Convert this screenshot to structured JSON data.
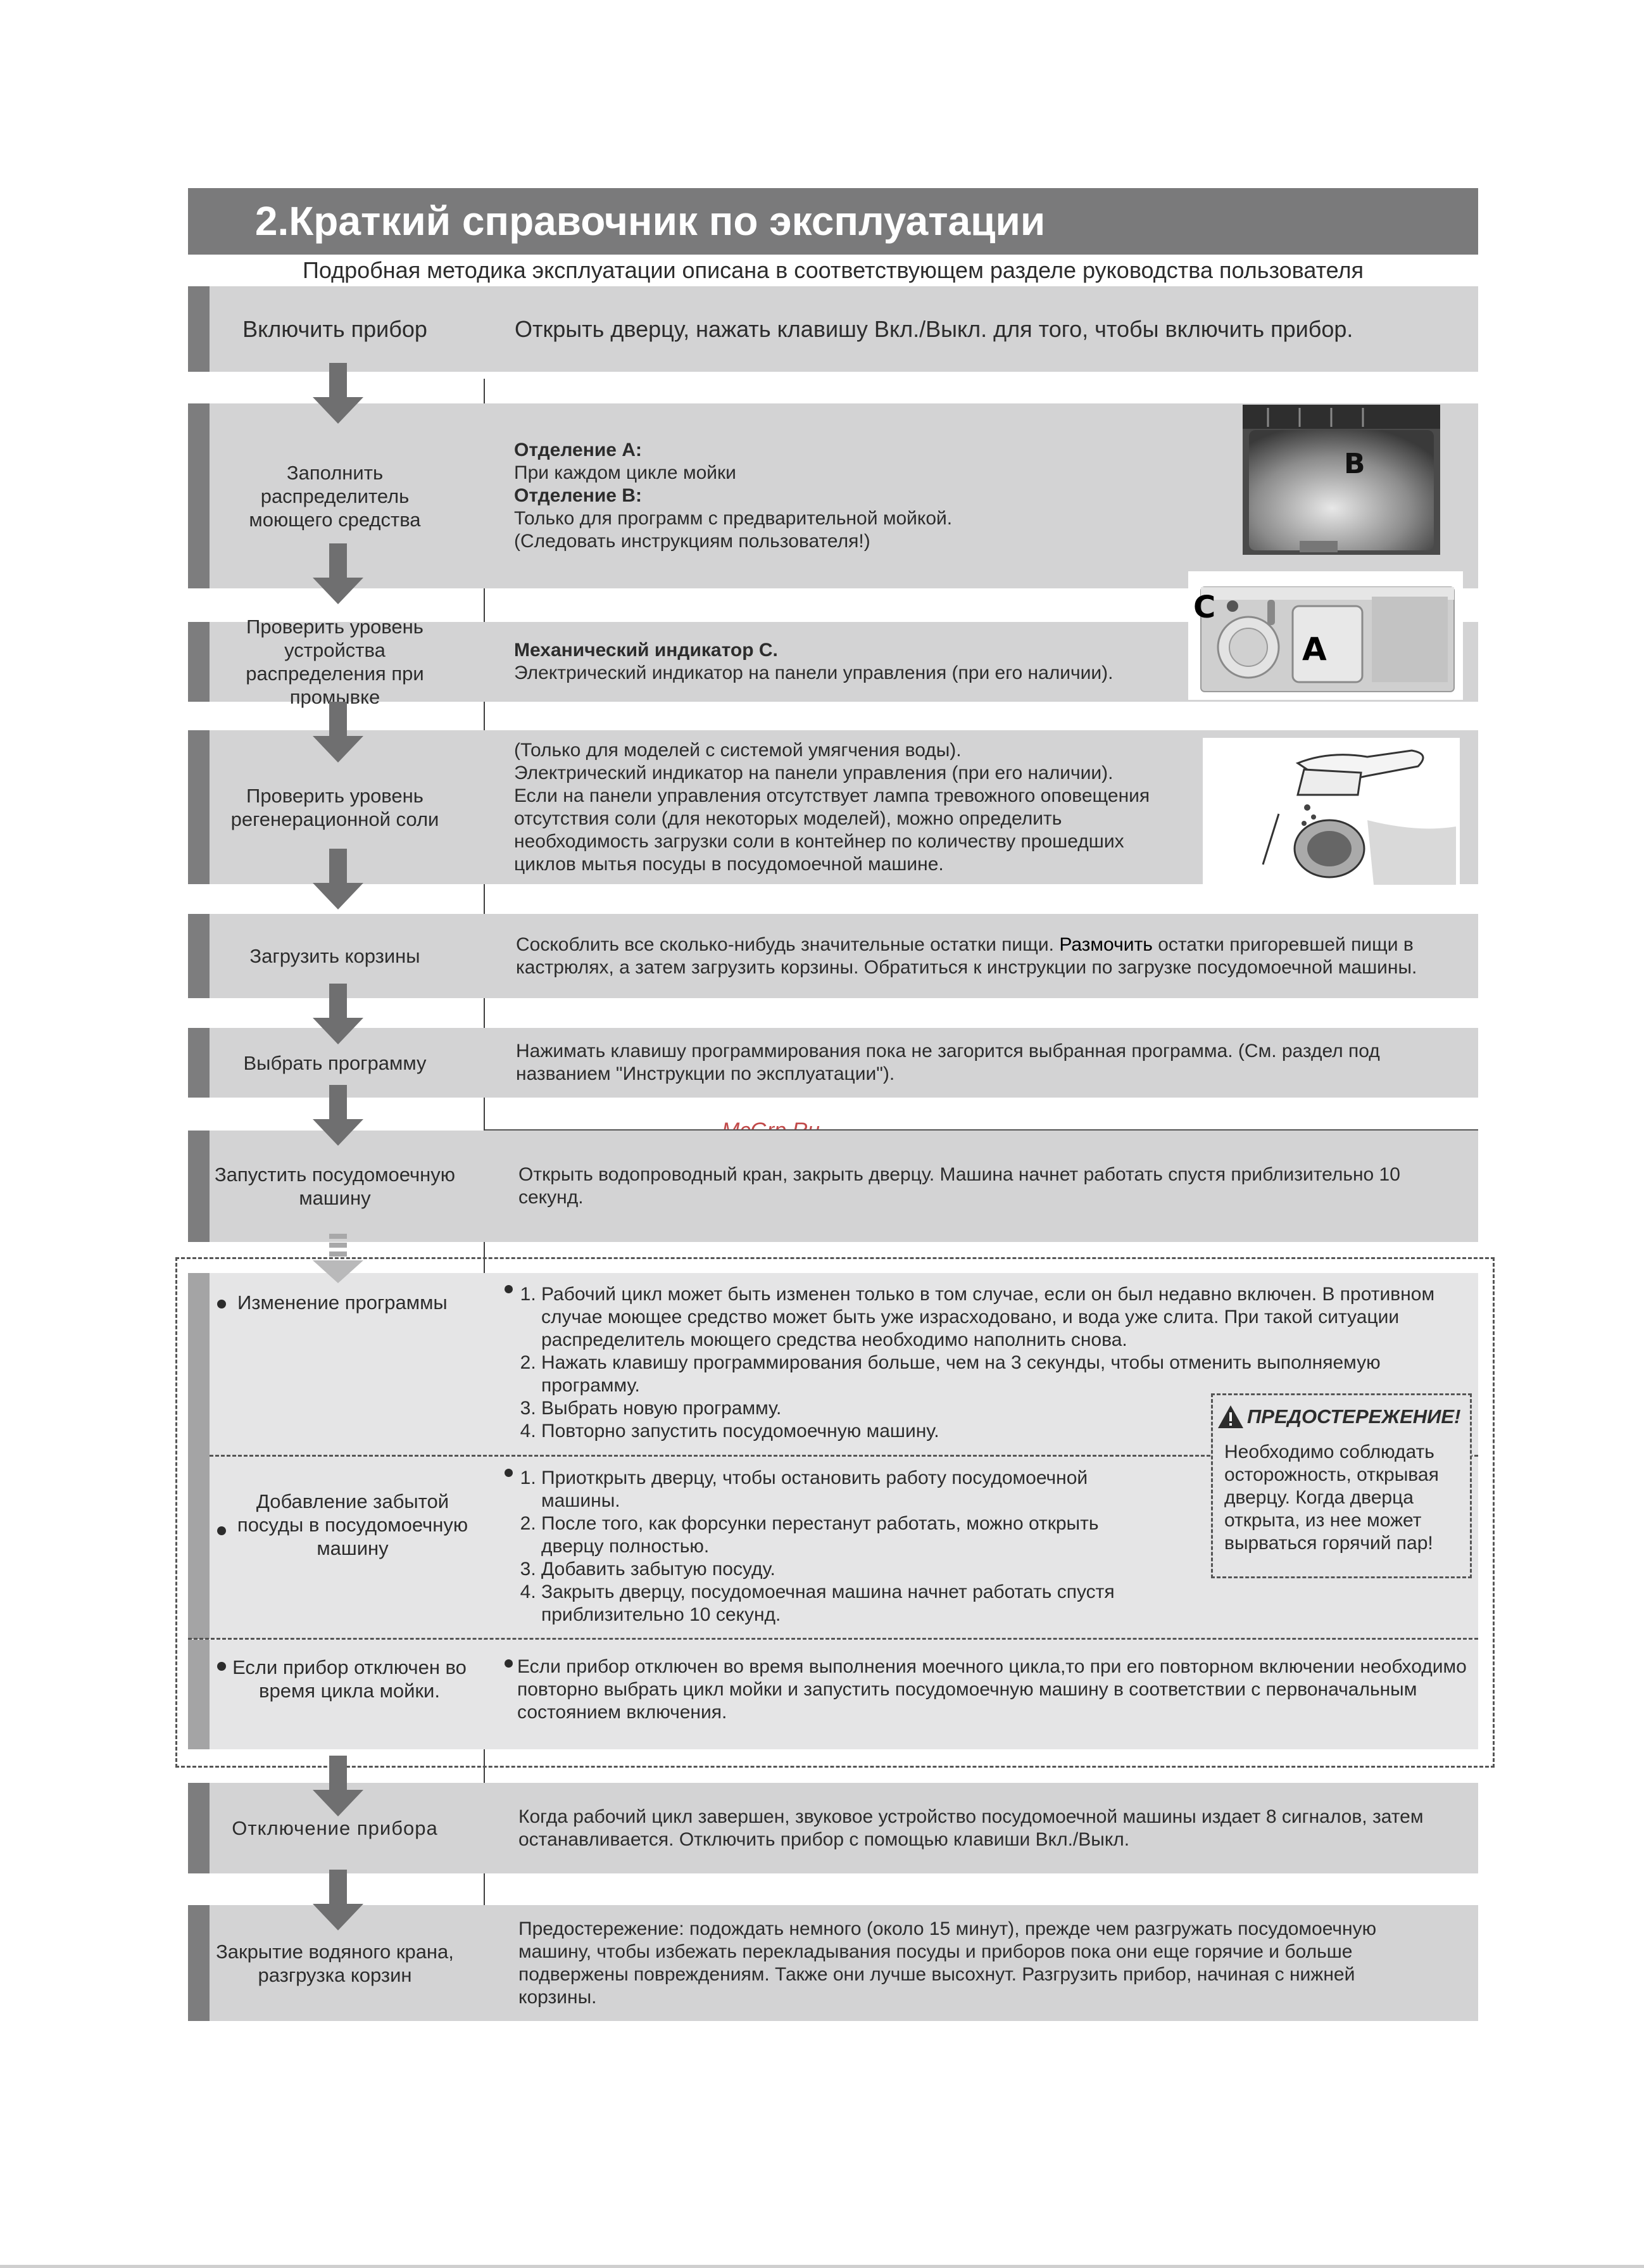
{
  "title": "2.Краткий справочник по эксплуатации",
  "subtitle": "Подробная методика эксплуатации описана в соответствующем разделе руководства пользователя",
  "steps": [
    {
      "label": "Включить прибор",
      "text": "Открыть дверцу, нажать клавишу Вкл./Выкл. для того, чтобы включить прибор."
    },
    {
      "label": "Заполнить распределитель моющего средства",
      "compA_title": "Отделение A:",
      "compA_text": "При каждом цикле мойки",
      "compB_title": "Отделение B:",
      "compB_text": "Только для программ с предварительной мойкой.",
      "note": "(Следовать инструкциям пользователя!)",
      "photo_label": "B"
    },
    {
      "label": "Проверить уровень устройства распределения при промывке",
      "line1": "Механический индикатор C.",
      "line2": "Электрический индикатор на панели управления (при его наличии).",
      "photo_label_c": "C",
      "photo_label_a": "A"
    },
    {
      "label": "Проверить уровень регенерационной соли",
      "lines": [
        "(Только для моделей с системой умягчения воды).",
        "Электрический индикатор на панели управления (при его наличии).",
        "Если на панели управления отсутствует лампа тревожного оповещения",
        "отсутствия соли (для некоторых моделей), можно определить",
        "необходимость загрузки соли в контейнер по количеству прошедших",
        "циклов мытья посуды в посудомоечной машине."
      ]
    },
    {
      "label": "Загрузить корзины",
      "text_a": "Соскоблить все сколько-нибудь значительные остатки пищи.",
      "text_b": "Размочить",
      "text_c": "остатки пригоревшей пищи в кастрюлях, а затем загрузить корзины. Обратиться к инструкции по загрузке посудомоечной машины."
    },
    {
      "label": "Выбрать программу",
      "text": "Нажимать клавишу программирования пока не загорится выбранная программа. (См. раздел под названием \"Инструкции по эксплуатации\")."
    },
    {
      "label": "Запустить посудомоечную машину",
      "text": "Открыть водопроводный кран, закрыть дверцу. Машина начнет работать спустя приблизительно 10 секунд."
    }
  ],
  "optional": {
    "change": {
      "label": "Изменение программы",
      "items": [
        "Рабочий цикл может быть изменен только в том случае, если он был недавно включен. В противном случае моющее средство может быть уже израсходовано, и вода уже слита. При такой ситуации распределитель моющего средства необходимо наполнить снова.",
        "Нажать клавишу программирования больше, чем на 3 секунды, чтобы отменить выполняемую программу.",
        "Выбрать новую программу.",
        "Повторно запустить посудомоечную машину."
      ]
    },
    "add": {
      "label": "Добавление забытой посуды в посудомоечную машину",
      "items": [
        "Приоткрыть дверцу, чтобы остановить работу посудомоечной машины.",
        "После того, как форсунки перестанут работать, можно открыть дверцу полностью.",
        "Добавить забытую посуду.",
        "Закрыть дверцу, посудомоечная машина начнет работать спустя приблизительно 10 секунд."
      ]
    },
    "off": {
      "label": "Если прибор отключен во время цикла мойки.",
      "text": "Если прибор отключен во время выполнения моечного цикла,то при его повторном включении необходимо повторно выбрать цикл мойки и запустить посудомоечную машину в соответствии с первоначальным состоянием включения."
    },
    "warning": {
      "title": "ПРЕДОСТЕРЕЖЕНИЕ!",
      "text": "Необходимо соблюдать осторожность, открывая дверцу. Когда дверца открыта, из нее может вырваться горячий пар!"
    }
  },
  "final_steps": [
    {
      "label": "Отключение прибора",
      "text": "Когда рабочий цикл завершен, звуковое устройство посудомоечной машины издает 8 сигналов, затем останавливается. Отключить прибор с помощью клавиши Вкл./Выкл."
    },
    {
      "label": "Закрытие водяного крана, разгрузка корзин",
      "text": "Предостережение: подождать немного (около 15 минут), прежде чем разгружать посудомоечную машину, чтобы избежать перекладывания посуды и приборов пока они еще горячие и больше подвержены повреждениям. Также они лучше высохнут. Разгрузить прибор, начиная с нижней корзины."
    }
  ],
  "watermark": "McGrp.Ru",
  "colors": {
    "title_bar": "#7a7a7b",
    "row": "#d3d3d4",
    "row_light": "#e5e5e6",
    "accent": "#7d7d7e",
    "watermark": "#c24a4a"
  }
}
